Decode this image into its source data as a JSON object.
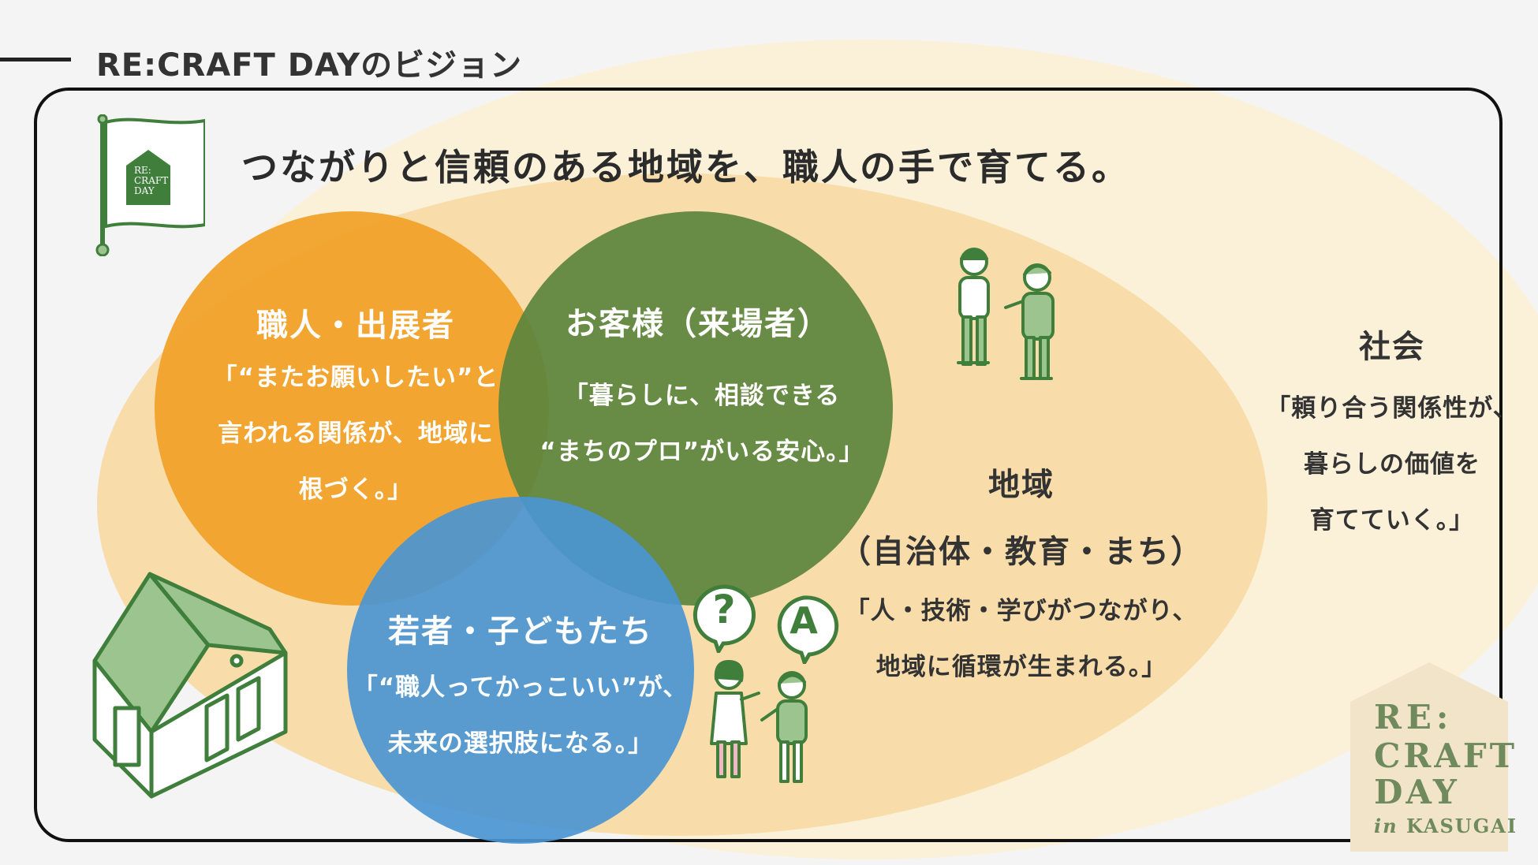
{
  "header": {
    "title": "RE:CRAFT DAYのビジョン"
  },
  "tagline": "つながりと信頼のある地域を、職人の手で育てる。",
  "flag": {
    "logo_lines": [
      "RE:",
      "CRAFT",
      "DAY"
    ]
  },
  "artisans": {
    "title": "職人・出展者",
    "lines": [
      "「“またお願いしたい”と",
      "言われる関係が、地域に",
      "根づく。」"
    ]
  },
  "customers": {
    "title": "お客様（来場者）",
    "lines": [
      "「暮らしに、相談できる",
      "“まちのプロ”がいる安心。」"
    ]
  },
  "youth": {
    "title": "若者・子どもたち",
    "lines": [
      "「“職人ってかっこいい”が、",
      "未来の選択肢になる。」"
    ]
  },
  "region": {
    "title": "地域",
    "subtitle": "（自治体・教育・まち）",
    "lines": [
      "「人・技術・学びがつながり、",
      "地域に循環が生まれる。」"
    ]
  },
  "society": {
    "title": "社会",
    "lines": [
      "「頼り合う関係性が、",
      "暮らしの価値を",
      "育てていく。」"
    ]
  },
  "bubbles": {
    "question": "?",
    "answer": "A"
  },
  "logo": {
    "line1": "RE:",
    "line2": "CRAFT",
    "line3": "DAY",
    "line4_in": "in",
    "line4_place": "KASUGAI"
  },
  "colors": {
    "society_bg": "#faf1d8",
    "region_bg": "#f8ddaa",
    "artisans": "#f1a22c",
    "customers": "#5c843d",
    "youth": "#4b95d3",
    "illustration_green": "#3f7e3b",
    "illustration_fill": "#9cc48f",
    "logo_bg": "#f2e4c8"
  }
}
